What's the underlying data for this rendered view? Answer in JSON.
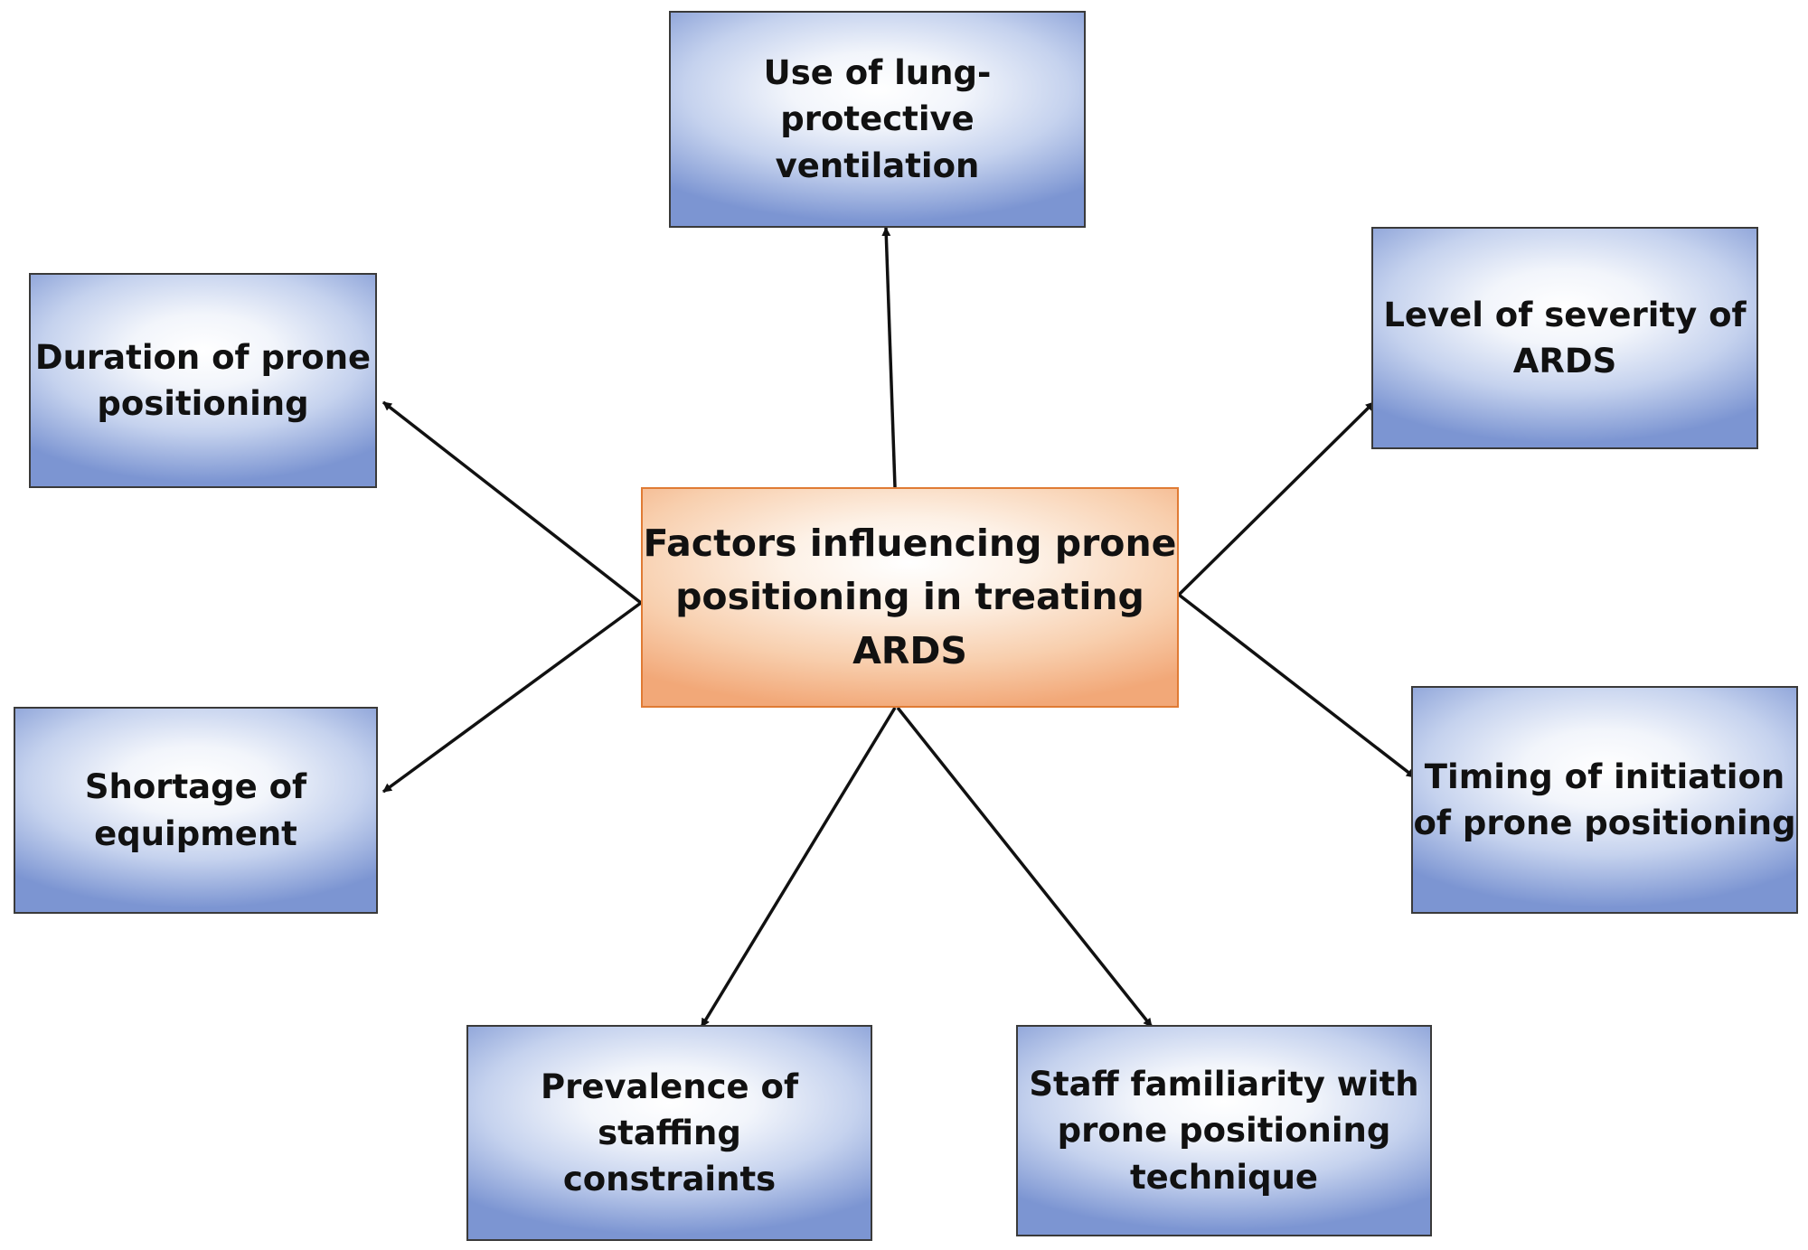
{
  "diagram": {
    "center": "Factors influencing prone\npositioning in treating\nARDS",
    "factors": {
      "lung_protective": "Use of lung-protective\nventilation",
      "duration": "Duration of prone\npositioning",
      "severity": "Level of severity of\nARDS",
      "equipment": "Shortage of\nequipment",
      "timing": "Timing of initiation\nof prone positioning",
      "staffing": "Prevalence of staffing\nconstraints",
      "familiarity": "Staff familiarity with\nprone positioning\ntechnique"
    }
  },
  "colors": {
    "factor_box_edge": "#7c95d2",
    "center_box_edge": "#f2a878",
    "center_border": "#e07b34",
    "arrow": "#111111"
  }
}
